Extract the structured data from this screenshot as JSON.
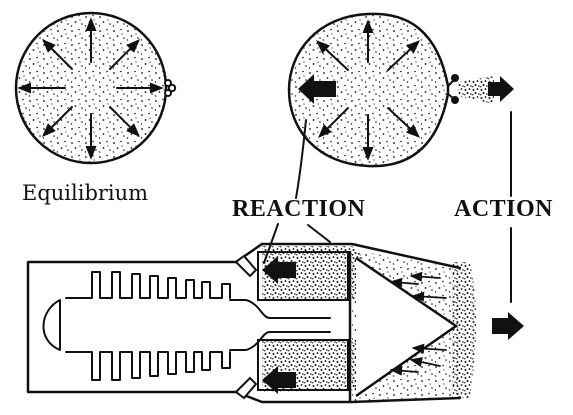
{
  "labels": {
    "equilibrium": "Equilibrium",
    "reaction": "REACTION",
    "action": "ACTION"
  },
  "colors": {
    "ink": "#111111",
    "paper": "#ffffff"
  }
}
